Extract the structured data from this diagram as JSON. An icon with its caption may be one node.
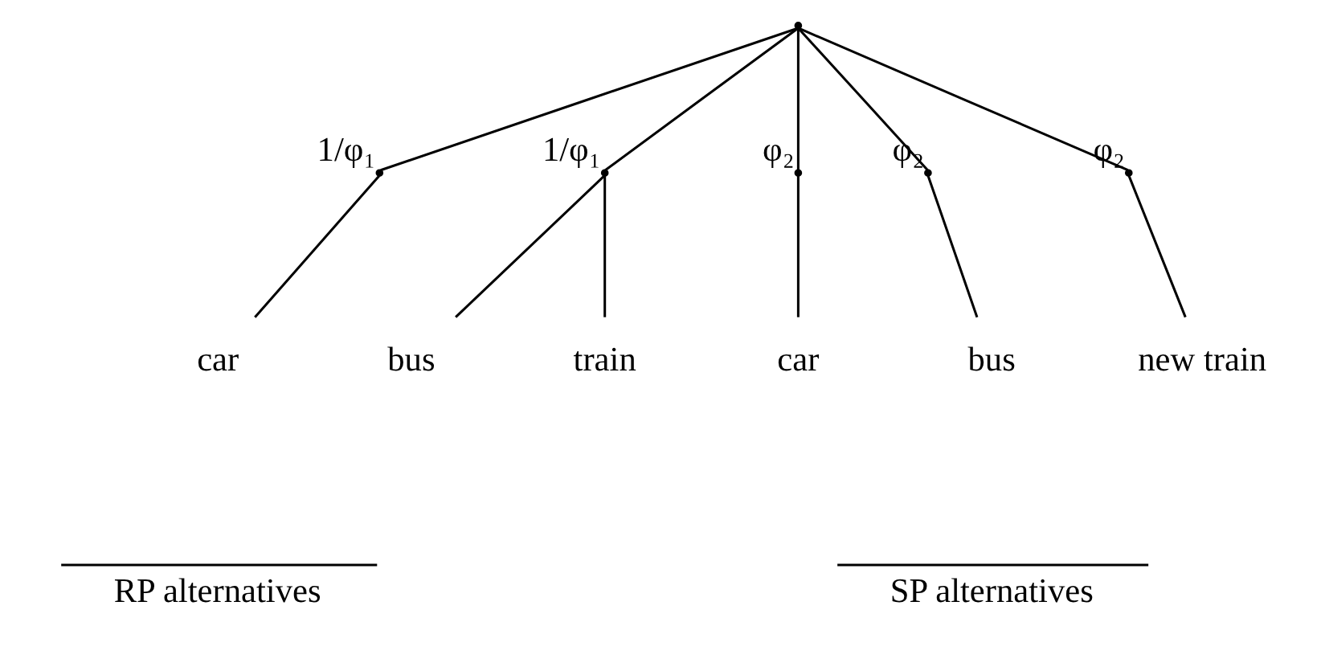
{
  "diagram": {
    "nodes": [
      {
        "text": [],
        "shape": "point"
      },
      {
        "text": [],
        "shape": "point",
        "beside": [
          "1/φ₁"
        ]
      },
      {
        "text": [],
        "shape": "point",
        "beside": [
          "1/φ₁"
        ]
      },
      {
        "text": [],
        "shape": "point",
        "beside": [
          "φ₂"
        ]
      },
      {
        "text": [],
        "shape": "point",
        "beside": [
          "φ₂"
        ]
      },
      {
        "text": [],
        "shape": "point",
        "beside": [
          "φ₂"
        ]
      },
      {
        "text": [
          "car"
        ]
      },
      {
        "text": [
          "bus"
        ]
      },
      {
        "text": [
          "train"
        ]
      },
      {
        "text": [
          "car"
        ]
      },
      {
        "text": [
          "bus"
        ]
      },
      {
        "text": [
          "new train"
        ]
      }
    ],
    "edges": [
      {
        "from": 0,
        "to": 1,
        "arrow": "none"
      },
      {
        "from": 0,
        "to": 2,
        "arrow": "none"
      },
      {
        "from": 0,
        "to": 3,
        "arrow": "none"
      },
      {
        "from": 0,
        "to": 4,
        "arrow": "none"
      },
      {
        "from": 0,
        "to": 5,
        "arrow": "none"
      },
      {
        "from": 1,
        "to": 6,
        "arrow": "none"
      },
      {
        "from": 2,
        "to": 7,
        "arrow": "none"
      },
      {
        "from": 2,
        "to": 8,
        "arrow": "none"
      },
      {
        "from": 3,
        "to": 9,
        "arrow": "none"
      },
      {
        "from": 4,
        "to": 10,
        "arrow": "none"
      },
      {
        "from": 5,
        "to": 11,
        "arrow": "none"
      }
    ],
    "labels": [
      "RP alternatives",
      "SP alternatives"
    ]
  }
}
